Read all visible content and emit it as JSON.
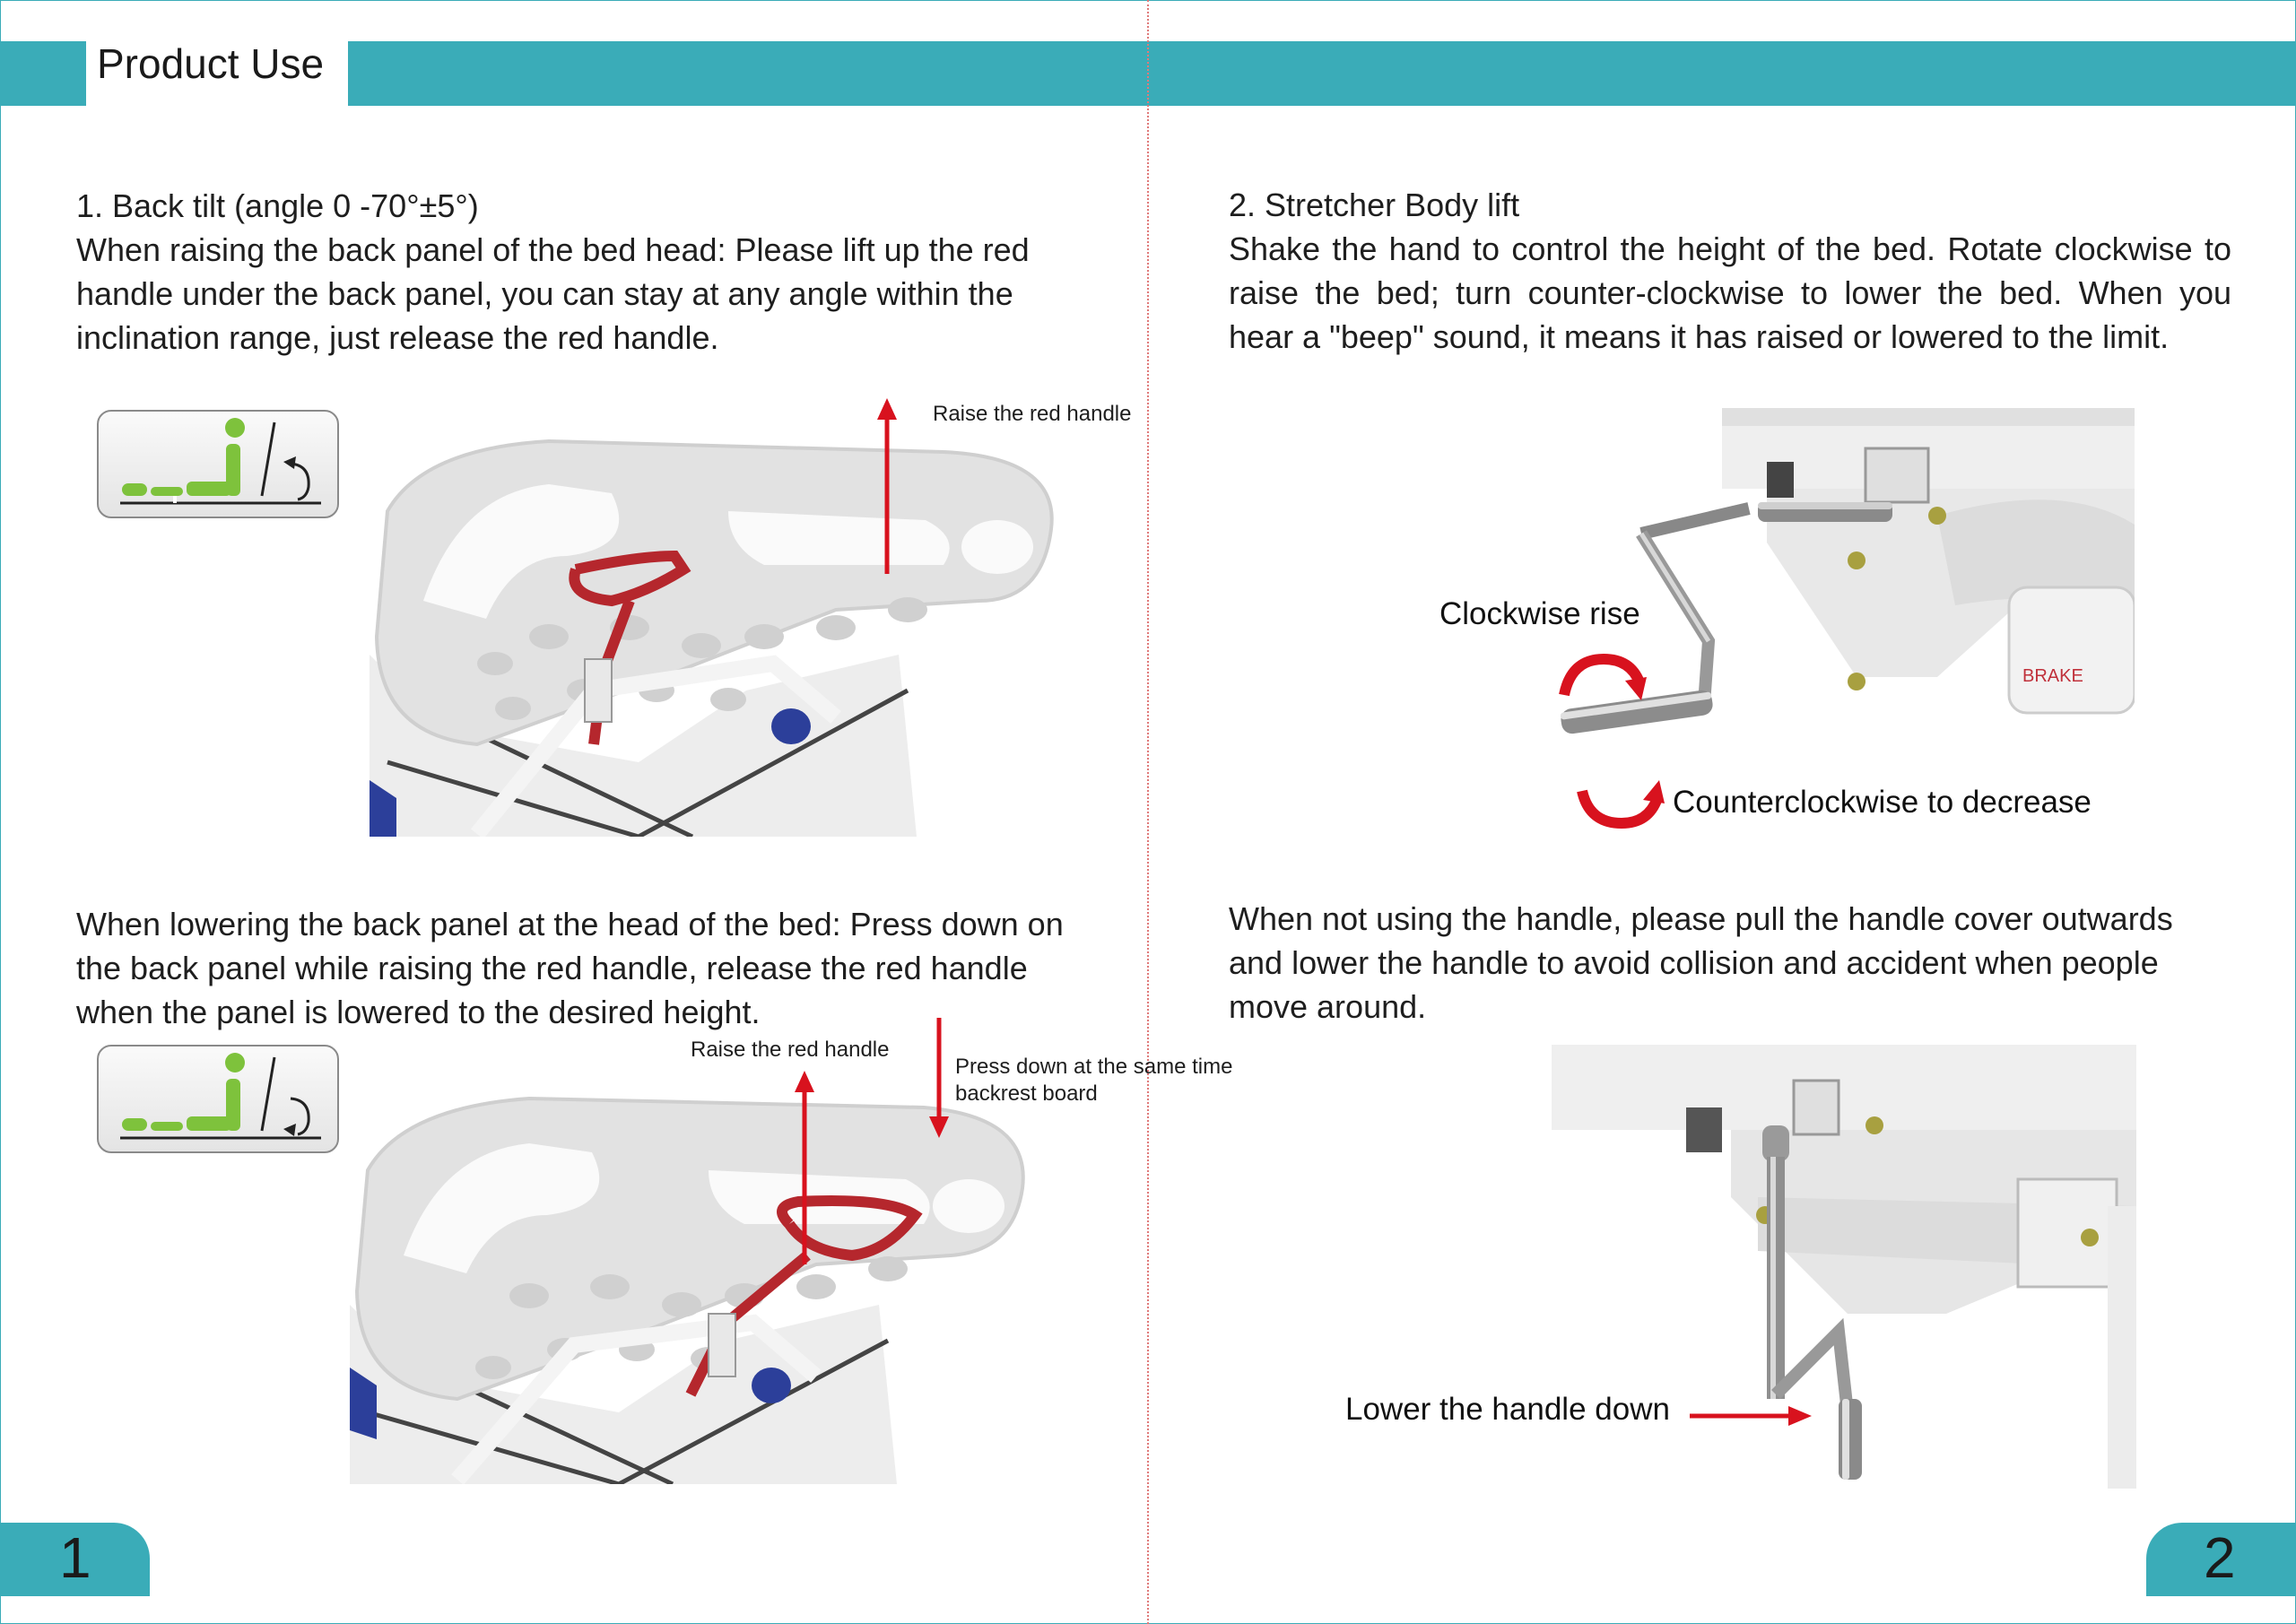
{
  "header": {
    "title": "Product Use"
  },
  "page_left": {
    "section1": {
      "heading": "1. Back tilt (angle 0 -70°±5°)",
      "lines": [
        "When raising the back panel of the bed head: Please lift up the red",
        "handle under the back panel, you can stay at any angle within the",
        "inclination range, just release the red handle."
      ],
      "raise_label": "Raise the red handle"
    },
    "section2": {
      "lines": [
        "When lowering the back panel at the head of the bed: Press down on",
        "the back panel while raising the red handle, release the red handle",
        "when the panel is lowered to the desired height."
      ],
      "raise_label": "Raise the red handle",
      "press_label_1": "Press down at the same time",
      "press_label_2": "backrest board"
    },
    "page_number": "1"
  },
  "page_right": {
    "section1": {
      "heading": "2. Stretcher Body lift",
      "lines": [
        "Shake the hand to control the height of the bed. Rotate clockwise to",
        "raise the bed; turn counter-clockwise to lower the bed. When you",
        "hear a \"beep\" sound, it means it has raised or lowered to the limit."
      ],
      "clockwise_label": "Clockwise rise",
      "counter_label": "Counterclockwise to decrease"
    },
    "section2": {
      "lines": [
        "When not using the handle, please pull the handle cover outwards",
        "and lower the handle to avoid collision and accident when people",
        "move around."
      ],
      "lower_label": "Lower the handle down"
    },
    "page_number": "2"
  },
  "colors": {
    "accent": "#3aacb8",
    "arrow": "#d8121e",
    "handle": "#b5272d",
    "icon_green": "#7ec23c"
  }
}
